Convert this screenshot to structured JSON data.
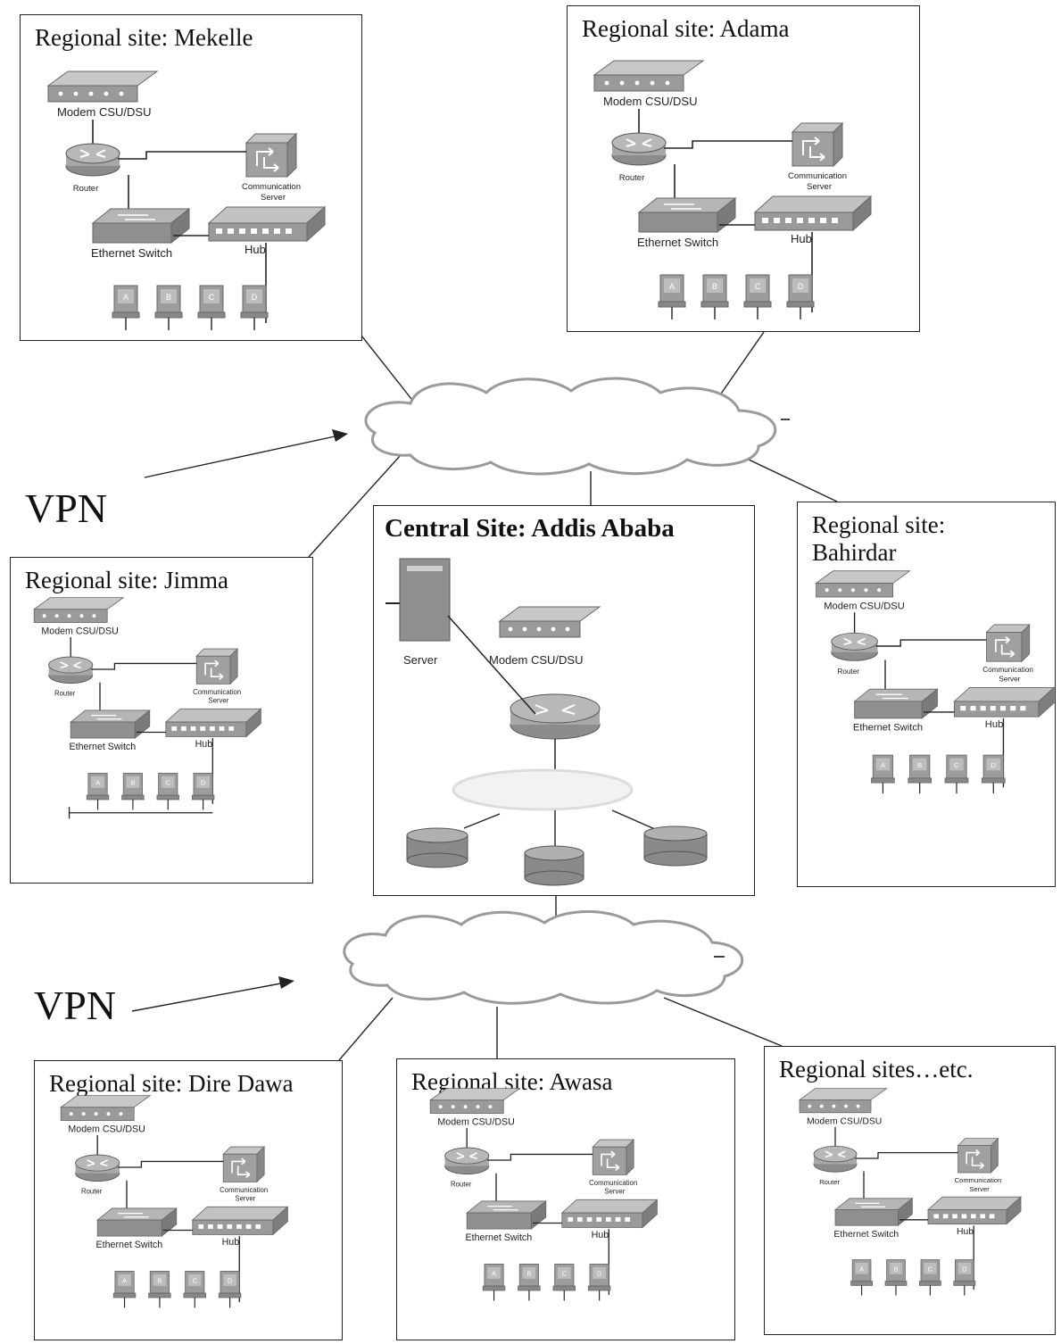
{
  "vpn_labels": [
    "VPN",
    "VPN"
  ],
  "central": {
    "title": "Central Site: Addis Ababa",
    "server_label": "Server",
    "modem_label": "Modem CSU/DSU"
  },
  "device_labels": {
    "modem": "Modem CSU/DSU",
    "router": "Router",
    "comm_server": "Communication Server",
    "switch": "Ethernet Switch",
    "hub": "Hub",
    "pcs": [
      "A",
      "B",
      "C",
      "D"
    ]
  },
  "sites": [
    {
      "title": "Regional site: Mekelle"
    },
    {
      "title": "Regional site: Adama"
    },
    {
      "title": "Regional site: Jimma"
    },
    {
      "title": "Regional site:\nBahirdar"
    },
    {
      "title": "Regional site: Dire Dawa"
    },
    {
      "title": "Regional site: Awasa"
    },
    {
      "title": "Regional sites…etc."
    }
  ],
  "colors": {
    "device_gray": "#a9a9a9",
    "device_dark": "#7d7d7d",
    "line": "#222222"
  }
}
